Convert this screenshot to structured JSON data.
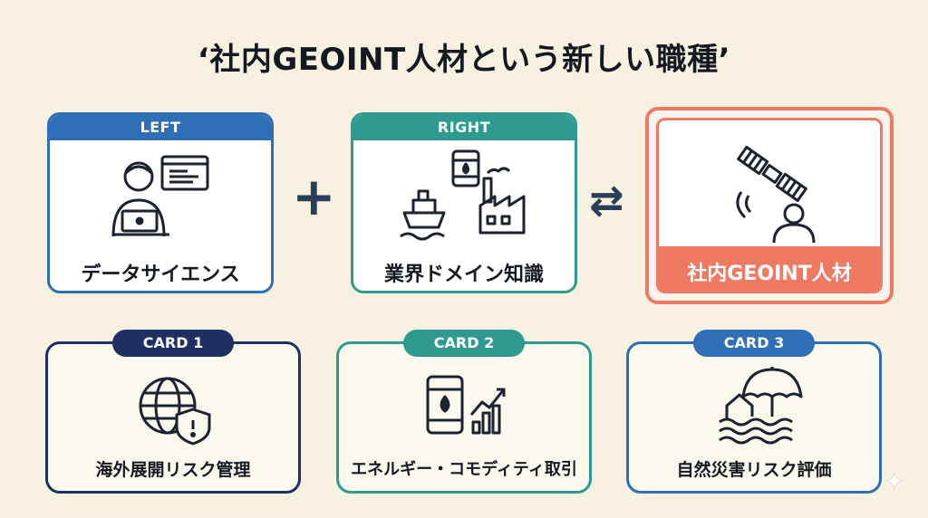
{
  "title": "‘社内GEOINT人材という新しい職種’",
  "left": {
    "header": "LEFT",
    "label": "データサイエンス",
    "color": "#2e6fb7"
  },
  "plus": "+",
  "right": {
    "header": "RIGHT",
    "label": "業界ドメイン知識",
    "color": "#2f9a8f"
  },
  "arrow": "⇄",
  "result": {
    "label": "社内GEOINT人材",
    "color": "#ef7a63"
  },
  "cards": [
    {
      "pill": "CARD 1",
      "label": "海外展開リスク管理",
      "color": "#1d2f63",
      "icon": "globe-shield-icon"
    },
    {
      "pill": "CARD 2",
      "label": "エネルギー・コモディティ取引",
      "color": "#2f9a8f",
      "icon": "oil-barrel-chart-icon"
    },
    {
      "pill": "CARD 3",
      "label": "自然災害リスク評価",
      "color": "#2e6fb7",
      "icon": "umbrella-flood-icon"
    }
  ]
}
